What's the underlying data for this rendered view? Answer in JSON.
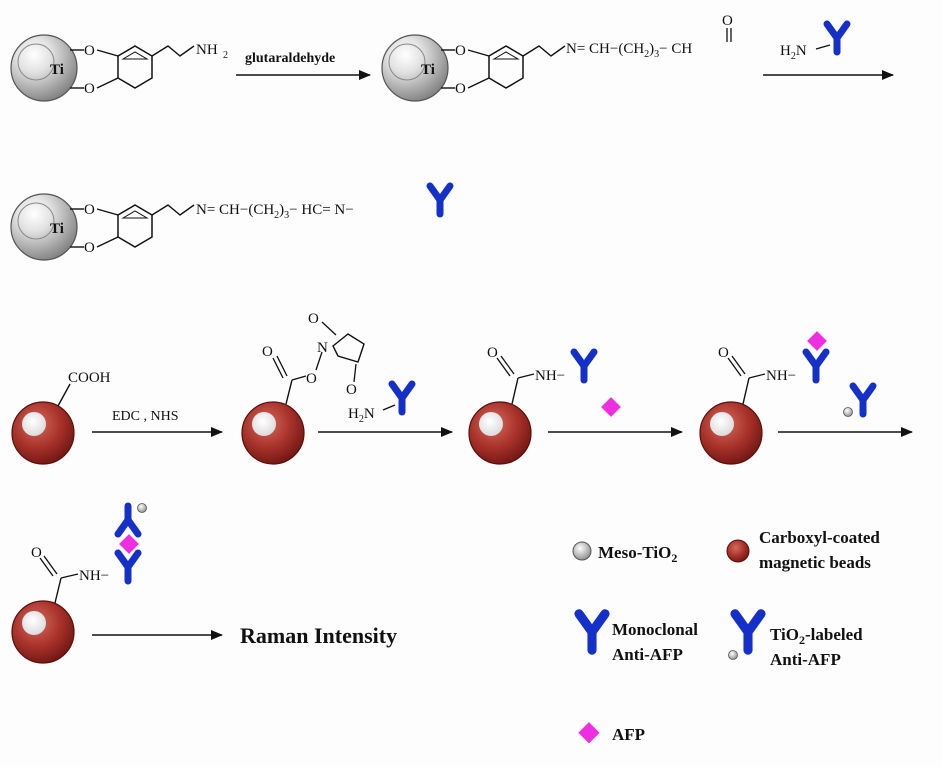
{
  "row1": {
    "ti_label": "Ti",
    "oxygen": "O",
    "amine": "NH",
    "amine_sub": "2",
    "reagent": "glutaraldehyde",
    "chain_a": "N= CH−(CH",
    "chain_sub": "2",
    "chain_b": ")",
    "chain_sub2": "3",
    "chain_c": "− CH",
    "carbonyl_o": "O",
    "antibody_amine": "H",
    "antibody_amine_sub": "2",
    "antibody_amine_n": "N"
  },
  "row2": {
    "chain_a": "N= CH−(CH",
    "chain_sub": "2",
    "chain_b": ")",
    "chain_sub2": "3",
    "chain_c": "− HC= N−"
  },
  "row3": {
    "cooh": "COOH",
    "reagent": "EDC , NHS",
    "oxygen": "O",
    "nitrogen": "N",
    "amide": "NH−"
  },
  "row4": {
    "readout": "Raman Intensity"
  },
  "legend": {
    "meso_tio2": "Meso-TiO",
    "meso_tio2_sub": "2",
    "beads_line1": "Carboxyl-coated",
    "beads_line2": "magnetic beads",
    "mono_line1": "Monoclonal",
    "mono_line2": "Anti-AFP",
    "labeled_line1": "TiO",
    "labeled_line1_sub": "2",
    "labeled_line1_rest": "-labeled",
    "labeled_line2": "Anti-AFP",
    "afp": "AFP"
  },
  "colors": {
    "antibody": "#1530c8",
    "afp": "#ee2ee0",
    "bead": "#9e2b27",
    "tio2": "#bdbdbd"
  }
}
